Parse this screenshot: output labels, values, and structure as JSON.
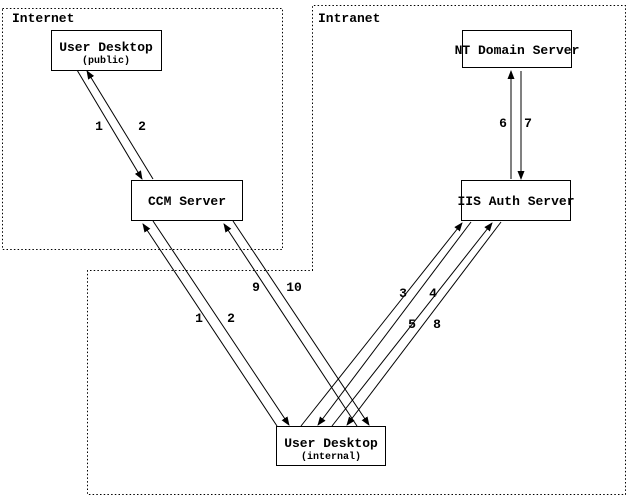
{
  "figure": {
    "background_color": "#ffffff",
    "line_color": "#000000"
  },
  "regions": {
    "internet": {
      "label": "Internet"
    },
    "intranet": {
      "label": "Intranet"
    }
  },
  "nodes": {
    "user_desktop_public": {
      "title": "User Desktop",
      "subtitle": "(public)"
    },
    "nt_domain_server": {
      "title": "NT Domain Server"
    },
    "ccm_server": {
      "title": "CCM Server"
    },
    "iis_auth_server": {
      "title": "IIS Auth Server"
    },
    "user_desktop_internal": {
      "title": "User Desktop",
      "subtitle": "(internal)"
    }
  },
  "edges": {
    "public_to_ccm": {
      "label": "1"
    },
    "ccm_to_public": {
      "label": "2"
    },
    "internal_to_ccm_a": {
      "label": "1"
    },
    "ccm_to_internal_a": {
      "label": "2"
    },
    "internal_to_iis_a": {
      "label": "3"
    },
    "iis_to_internal_a": {
      "label": "4"
    },
    "internal_to_iis_b": {
      "label": "5"
    },
    "iis_to_nt": {
      "label": "6"
    },
    "nt_to_iis": {
      "label": "7"
    },
    "iis_to_internal_b": {
      "label": "8"
    },
    "internal_to_ccm_b": {
      "label": "9"
    },
    "ccm_to_internal_b": {
      "label": "10"
    }
  }
}
